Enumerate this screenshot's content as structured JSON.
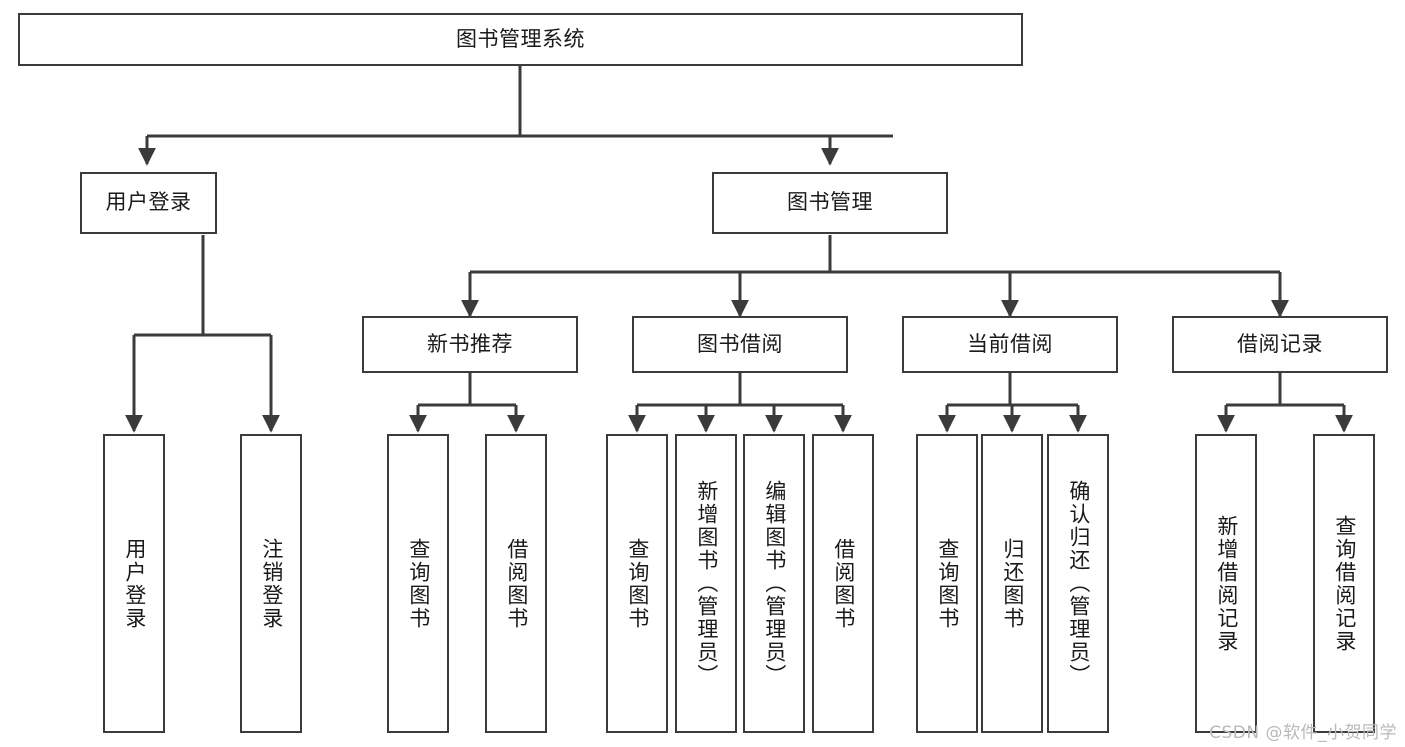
{
  "diagram": {
    "title": "图书管理系统",
    "type": "tree-hierarchy-diagram",
    "root": {
      "label": "图书管理系统"
    },
    "level1": [
      {
        "label": "用户登录"
      },
      {
        "label": "图书管理"
      }
    ],
    "user_login_children": [
      {
        "label": "用户登录"
      },
      {
        "label": "注销登录"
      }
    ],
    "book_mgmt_children": [
      {
        "label": "新书推荐"
      },
      {
        "label": "图书借阅"
      },
      {
        "label": "当前借阅"
      },
      {
        "label": "借阅记录"
      }
    ],
    "new_book_children": [
      {
        "label": "查询图书"
      },
      {
        "label": "借阅图书"
      }
    ],
    "borrow_children": [
      {
        "label": "查询图书"
      },
      {
        "label": "新增图书（管理员）"
      },
      {
        "label": "编辑图书（管理员）"
      },
      {
        "label": "借阅图书"
      }
    ],
    "current_borrow_children": [
      {
        "label": "查询图书"
      },
      {
        "label": "归还图书"
      },
      {
        "label": "确认归还（管理员）"
      }
    ],
    "record_children": [
      {
        "label": "新增借阅记录"
      },
      {
        "label": "查询借阅记录"
      }
    ]
  },
  "watermark": {
    "text": "CSDN @软件_小贺同学"
  },
  "colors": {
    "border": "#3b3b3b",
    "text": "#1a1a1a",
    "background": "#ffffff",
    "watermark": "#b9b9b9"
  }
}
